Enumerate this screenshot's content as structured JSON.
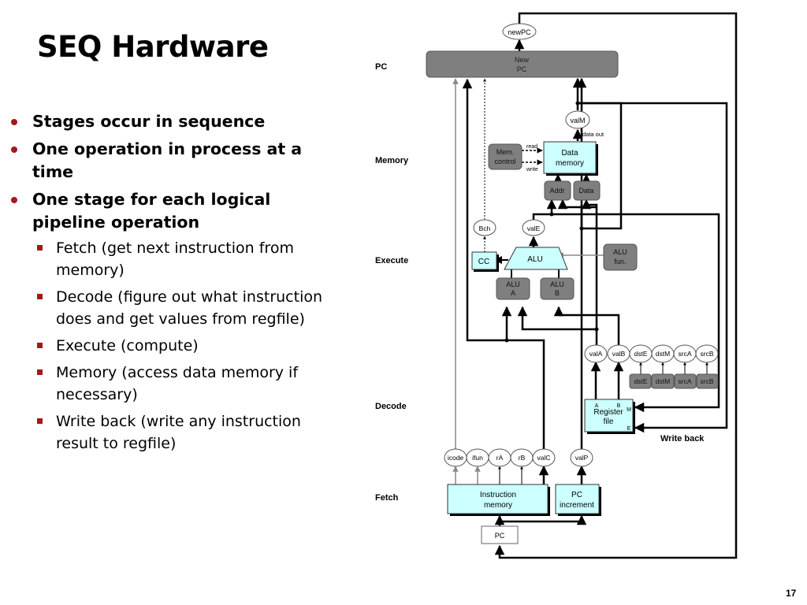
{
  "slide": {
    "title": "SEQ Hardware",
    "page_number": "17",
    "bullets": [
      "Stages occur in sequence",
      "One operation in process at a time",
      "One stage for each logical pipeline operation"
    ],
    "sub_bullets": [
      "Fetch (get next instruction from memory)",
      "Decode (figure out what instruction does and get values from regfile)",
      "Execute (compute)",
      "Memory (access data memory if necessary)",
      "Write back (write any instruction result to regfile)"
    ],
    "accent_color": "#a6171c"
  },
  "diagram": {
    "stage_labels": {
      "pc": "PC",
      "memory": "Memory",
      "execute": "Execute",
      "decode": "Decode",
      "fetch": "Fetch",
      "write_back": "Write back"
    },
    "blocks": {
      "new_pc": [
        "New",
        "PC"
      ],
      "mem_control": [
        "Mem.",
        "control"
      ],
      "data_memory": [
        "Data",
        "memory"
      ],
      "addr": "Addr",
      "data": "Data",
      "cc": "CC",
      "alu": "ALU",
      "alu_fun": [
        "ALU",
        "fun."
      ],
      "alu_a": [
        "ALU",
        "A"
      ],
      "alu_b": [
        "ALU",
        "B"
      ],
      "register_file": [
        "Register",
        "file"
      ],
      "register_ports": {
        "a": "A",
        "b": "B",
        "m": "M",
        "e": "E"
      },
      "instruction_memory": [
        "Instruction",
        "memory"
      ],
      "pc_increment": [
        "PC",
        "increment"
      ],
      "pc": "PC",
      "decode_logic": [
        "dstE",
        "dstM",
        "srcA",
        "srcB"
      ]
    },
    "signals": {
      "newPC": "newPC",
      "valM": "valM",
      "data_out": "data out",
      "read": "read",
      "write": "write",
      "Bch": "Bch",
      "valE": "valE",
      "decode_outputs": [
        "valA",
        "valB",
        "dstE",
        "dstM",
        "srcA",
        "srcB"
      ],
      "fetch_outputs": [
        "icode",
        "ifun",
        "rA",
        "rB",
        "valC"
      ],
      "valP": "valP"
    },
    "colors": {
      "hardware_fill": "#ccffff",
      "control_fill": "#7f7f7f",
      "wire": "#000000",
      "control_wire": "#888888"
    }
  }
}
